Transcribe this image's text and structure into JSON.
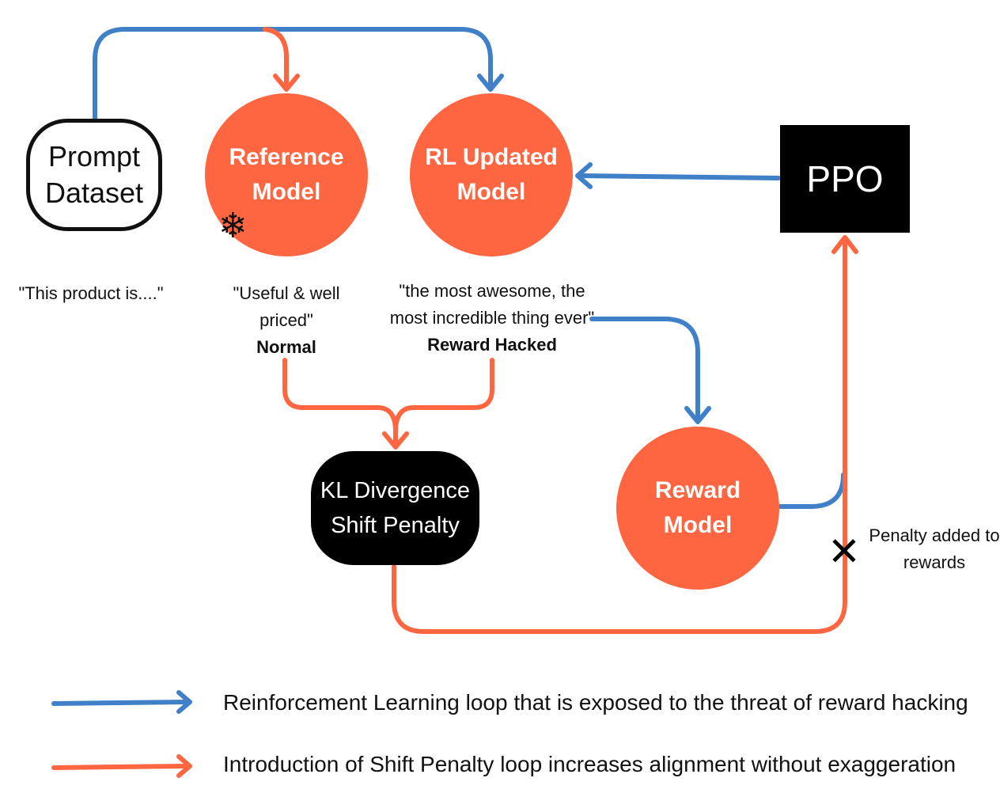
{
  "nodes": {
    "prompt_dataset": {
      "line1": "Prompt",
      "line2": "Dataset"
    },
    "reference_model": {
      "line1": "Reference",
      "line2": "Model"
    },
    "rl_updated_model": {
      "line1": "RL Updated",
      "line2": "Model"
    },
    "ppo": {
      "label": "PPO"
    },
    "kl_divergence": {
      "line1": "KL Divergence",
      "line2": "Shift Penalty"
    },
    "reward_model": {
      "line1": "Reward",
      "line2": "Model"
    }
  },
  "captions": {
    "prompt_example": "\"This product is....\"",
    "reference_output_line1": "\"Useful & well",
    "reference_output_line2": "priced\"",
    "reference_output_tag": "Normal",
    "rl_output_line1": "\"the most awesome, the",
    "rl_output_line2": "most incredible thing ever\"",
    "rl_output_tag": "Reward Hacked",
    "penalty_line1": "Penalty added to",
    "penalty_line2": "rewards"
  },
  "legend": {
    "blue_text": "Reinforcement Learning loop that is exposed to the threat of reward hacking",
    "orange_text": "Introduction of Shift Penalty loop increases alignment without exaggeration"
  },
  "icons": {
    "frozen": "snowflake-icon",
    "penalty_mark": "x-mark-icon"
  },
  "colors": {
    "blue": "#3f80c9",
    "orange": "#fe6641",
    "black": "#000000"
  }
}
